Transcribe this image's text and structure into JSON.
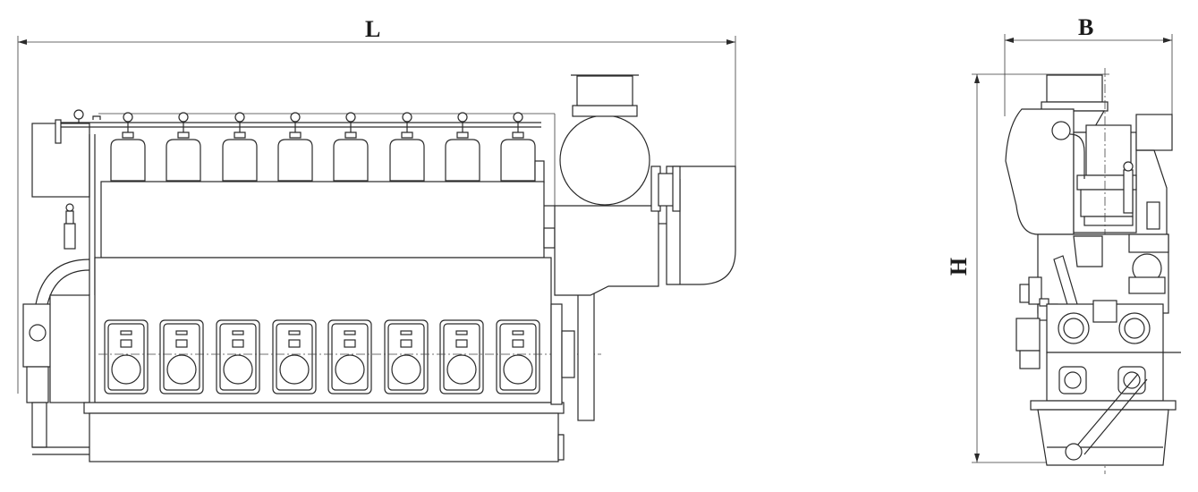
{
  "labels": {
    "length": "L",
    "breadth": "B",
    "height": "H"
  },
  "colors": {
    "line": "#2a2a2a",
    "background": "#ffffff"
  },
  "views": {
    "side": {
      "cylinders": 8
    },
    "end": {}
  }
}
